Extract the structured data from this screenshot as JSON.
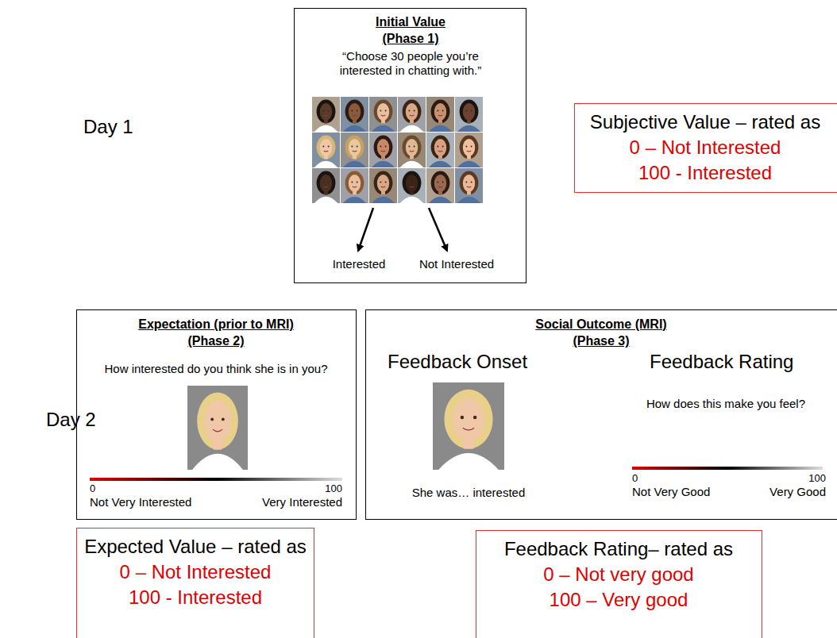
{
  "diagram": {
    "nodes": [
      {
        "text": [
          "Initial Value",
          "(Phase 1)",
          "“Choose 30 people you’re interested in chatting with.”",
          "Interested",
          "Not Interested"
        ]
      },
      {
        "text": [
          "Subjective Value – rated as",
          "0 – Not Interested",
          "100 - Interested"
        ]
      },
      {
        "text": [
          "Expectation (prior to MRI)",
          "(Phase 2)",
          "How interested do you think she is in you?",
          "0",
          "100",
          "Not Very Interested",
          "Very Interested"
        ]
      },
      {
        "text": [
          "Social Outcome (MRI)",
          "(Phase 3)",
          "Feedback Onset",
          "Feedback Rating",
          "She was… interested",
          "How does this make you feel?",
          "0",
          "100",
          "Not Very Good",
          "Very Good"
        ]
      },
      {
        "text": [
          "Expected Value – rated as",
          "0 – Not Interested",
          "100 - Interested"
        ]
      },
      {
        "text": [
          "Feedback Rating– rated as",
          "0 – Not very good",
          "100 – Very good"
        ]
      }
    ],
    "labels": [
      "Day 1",
      "Day 2"
    ]
  }
}
